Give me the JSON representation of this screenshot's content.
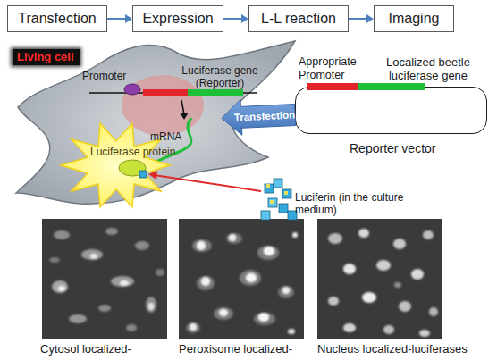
{
  "diagram": {
    "nodes": [
      {
        "text": [
          "Transfection"
        ]
      },
      {
        "text": [
          "Expression"
        ]
      },
      {
        "text": [
          "L-L reaction"
        ]
      },
      {
        "text": [
          "Imaging"
        ]
      },
      {
        "text": [
          "Living cell"
        ]
      },
      {
        "text": [
          "Appropriate Promoter",
          "Localized beetle luciferase gene",
          "Reporter vector"
        ]
      }
    ],
    "edges": [
      {
        "from": 0,
        "to": 1,
        "arrow": "to"
      },
      {
        "from": 1,
        "to": 2,
        "arrow": "to"
      },
      {
        "from": 2,
        "to": 3,
        "arrow": "to"
      },
      {
        "from": 5,
        "to": 4,
        "label": "Transfection",
        "arrow": "to"
      }
    ],
    "labels": [
      "Promoter",
      "Luciferase gene (Reporter)",
      "mRNA",
      "Luciferase protein",
      "Luciferin (in the culture medium)",
      "Cytosol localized-",
      "Peroxisome localized-",
      "Nucleus localized-luciferases"
    ]
  }
}
